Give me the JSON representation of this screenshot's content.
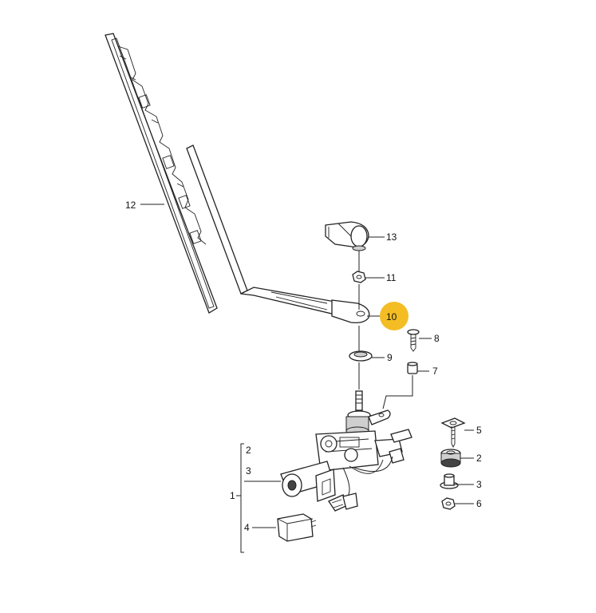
{
  "diagram": {
    "highlight_color": "#f3bd23",
    "callouts": {
      "c12": "12",
      "c13": "13",
      "c11": "11",
      "c10": "10",
      "c8": "8",
      "c9": "9",
      "c7": "7",
      "c5": "5",
      "c2r": "2",
      "c3r": "3",
      "c6": "6",
      "c2l": "2",
      "c3l": "3",
      "c1": "1",
      "c4": "4"
    },
    "highlighted_callout": "10"
  }
}
